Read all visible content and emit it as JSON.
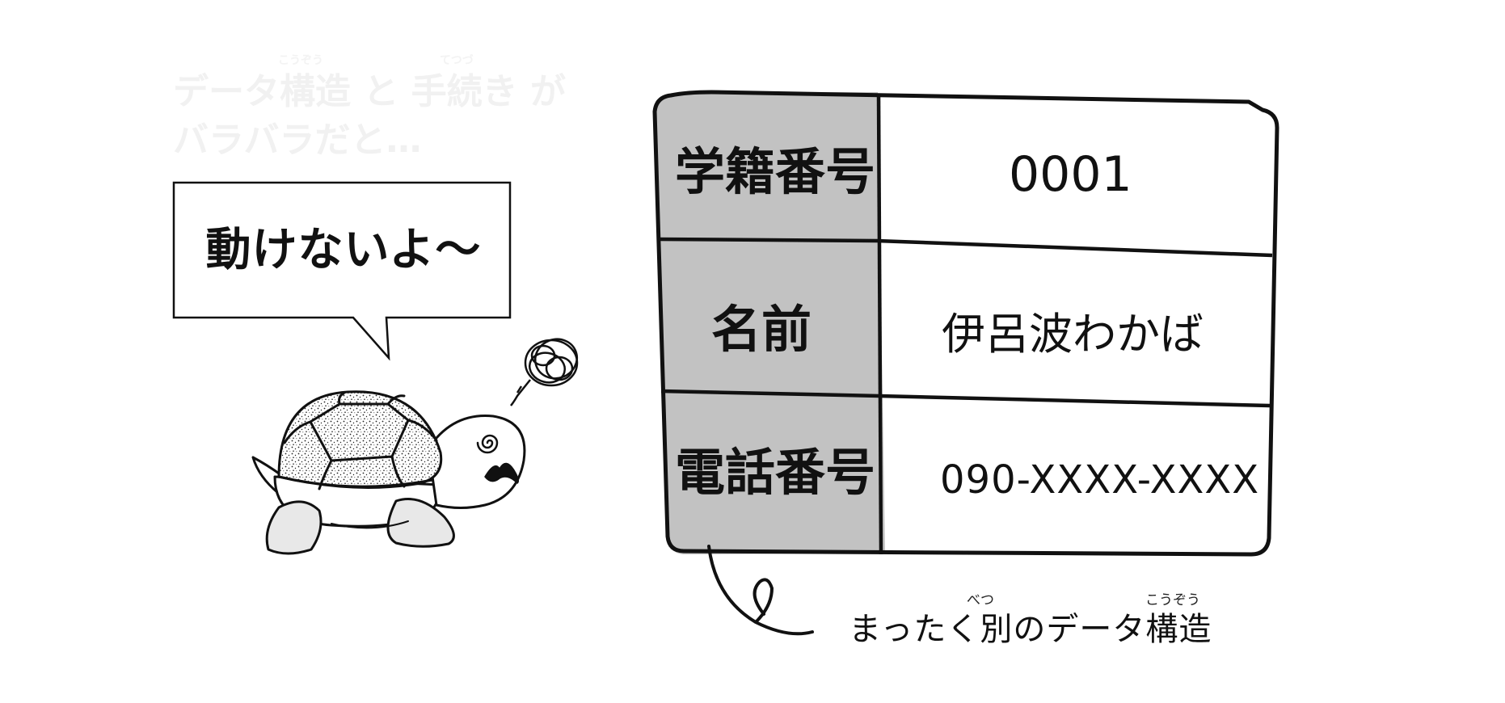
{
  "caption": {
    "line1_parts": [
      "データ",
      "構造",
      "と",
      "手続き",
      "が"
    ],
    "line2": "バラバラだと…",
    "ruby_kouzou": "こうぞう",
    "ruby_tetsuzuki": "てつづ"
  },
  "speech_bubble": {
    "text": "動けないよ〜"
  },
  "record_card": {
    "rows": [
      {
        "label": "学籍番号",
        "value": "0001"
      },
      {
        "label": "名前",
        "value": "伊呂波わかば"
      },
      {
        "label": "電話番号",
        "value": "090-XXXX-XXXX"
      }
    ]
  },
  "annotation": {
    "text": "まったく別のデータ構造",
    "ruby_betsu": "べつ",
    "ruby_kouzou": "こうぞう"
  },
  "colors": {
    "label_column": "#c2c2c2",
    "ink": "#111111",
    "faint_text": "#f1f1f1"
  },
  "icons": [
    "turtle-illustration",
    "confusion-scribble-icon",
    "speech-bubble",
    "curly-pointer-line"
  ]
}
